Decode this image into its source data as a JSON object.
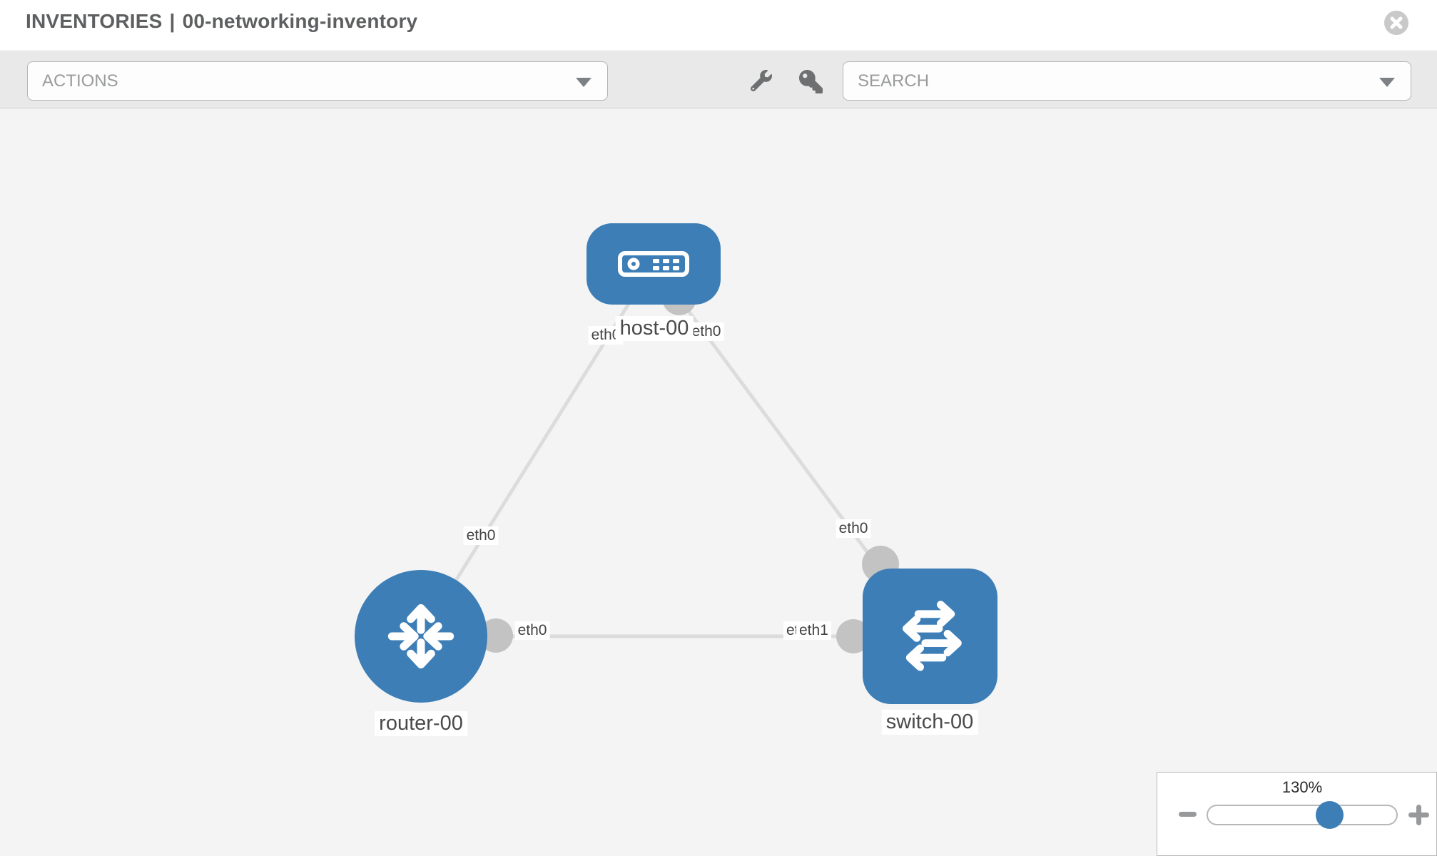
{
  "header": {
    "section": "INVENTORIES",
    "separator": "|",
    "inventory_name": "00-networking-inventory",
    "close_icon": "times-circle-icon"
  },
  "toolbar": {
    "actions_label": "ACTIONS",
    "search_placeholder": "SEARCH",
    "icons": [
      "wrench-icon",
      "key-icon"
    ]
  },
  "graph": {
    "nodes": [
      {
        "id": "host-00",
        "label": "host-00",
        "type": "host",
        "icon": "server-icon"
      },
      {
        "id": "router-00",
        "label": "router-00",
        "type": "router",
        "icon": "router-arrows-icon"
      },
      {
        "id": "switch-00",
        "label": "switch-00",
        "type": "switch",
        "icon": "switch-arrows-icon"
      }
    ],
    "links": [
      {
        "source": "host-00",
        "target": "router-00",
        "source_interface": "eth0",
        "target_interface": "eth0"
      },
      {
        "source": "host-00",
        "target": "switch-00",
        "source_interface": "eth0",
        "target_interface": "eth0"
      },
      {
        "source": "router-00",
        "target": "switch-00",
        "source_interface": "eth0",
        "target_interface": "eth1"
      }
    ],
    "labels": {
      "host": "host-00",
      "router": "router-00",
      "switch": "switch-00",
      "eth_host_left": "eth0",
      "eth_host_right": "eth0",
      "eth_link_host_router": "eth0",
      "eth_router_right": "eth0",
      "eth_switch_left_back": "eth0",
      "eth_switch_left_front": "eth1",
      "eth_switch_top": "eth0"
    }
  },
  "zoom_control": {
    "value": "130%",
    "minus_icon": "minus-icon",
    "plus_icon": "plus-icon"
  },
  "colors": {
    "node_blue": "#3d7eb6",
    "link_gray": "#dcdcdc",
    "connector_gray": "#c3c3c3",
    "toolbar_bg": "#e9e9e9",
    "canvas_bg": "#f4f4f4"
  }
}
